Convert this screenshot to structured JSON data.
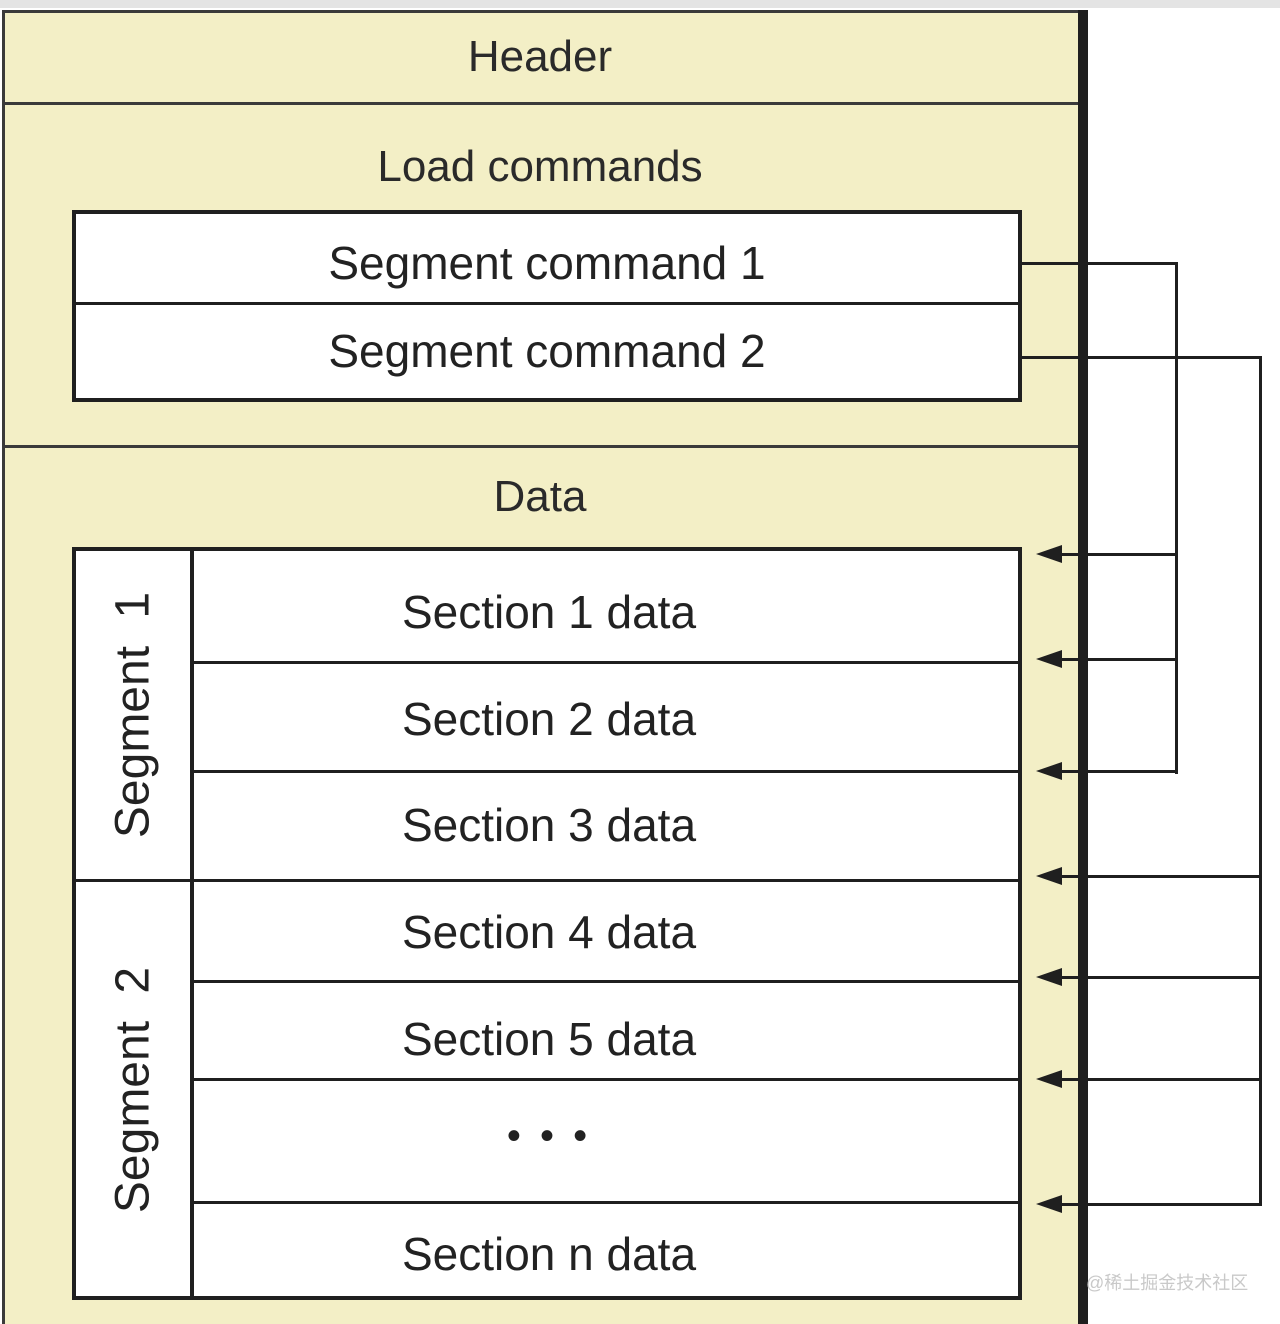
{
  "regions": {
    "header": "Header",
    "load_commands": "Load commands",
    "data": "Data"
  },
  "segment_commands": [
    "Segment command 1",
    "Segment command 2"
  ],
  "segments": [
    {
      "label": "Segment 1",
      "sections": [
        "Section 1 data",
        "Section 2 data",
        "Section 3 data"
      ]
    },
    {
      "label": "Segment 2",
      "sections": [
        "Section 4 data",
        "Section 5 data",
        "• • •",
        "Section n data"
      ]
    }
  ],
  "watermark": "@稀土掘金技术社区",
  "links": [
    {
      "from": "Segment command 1",
      "to": [
        "Section 1 data",
        "Section 2 data",
        "Section 3 data"
      ]
    },
    {
      "from": "Segment command 2",
      "to": [
        "Section 4 data",
        "Section 5 data",
        "• • •",
        "Section n data"
      ]
    }
  ]
}
